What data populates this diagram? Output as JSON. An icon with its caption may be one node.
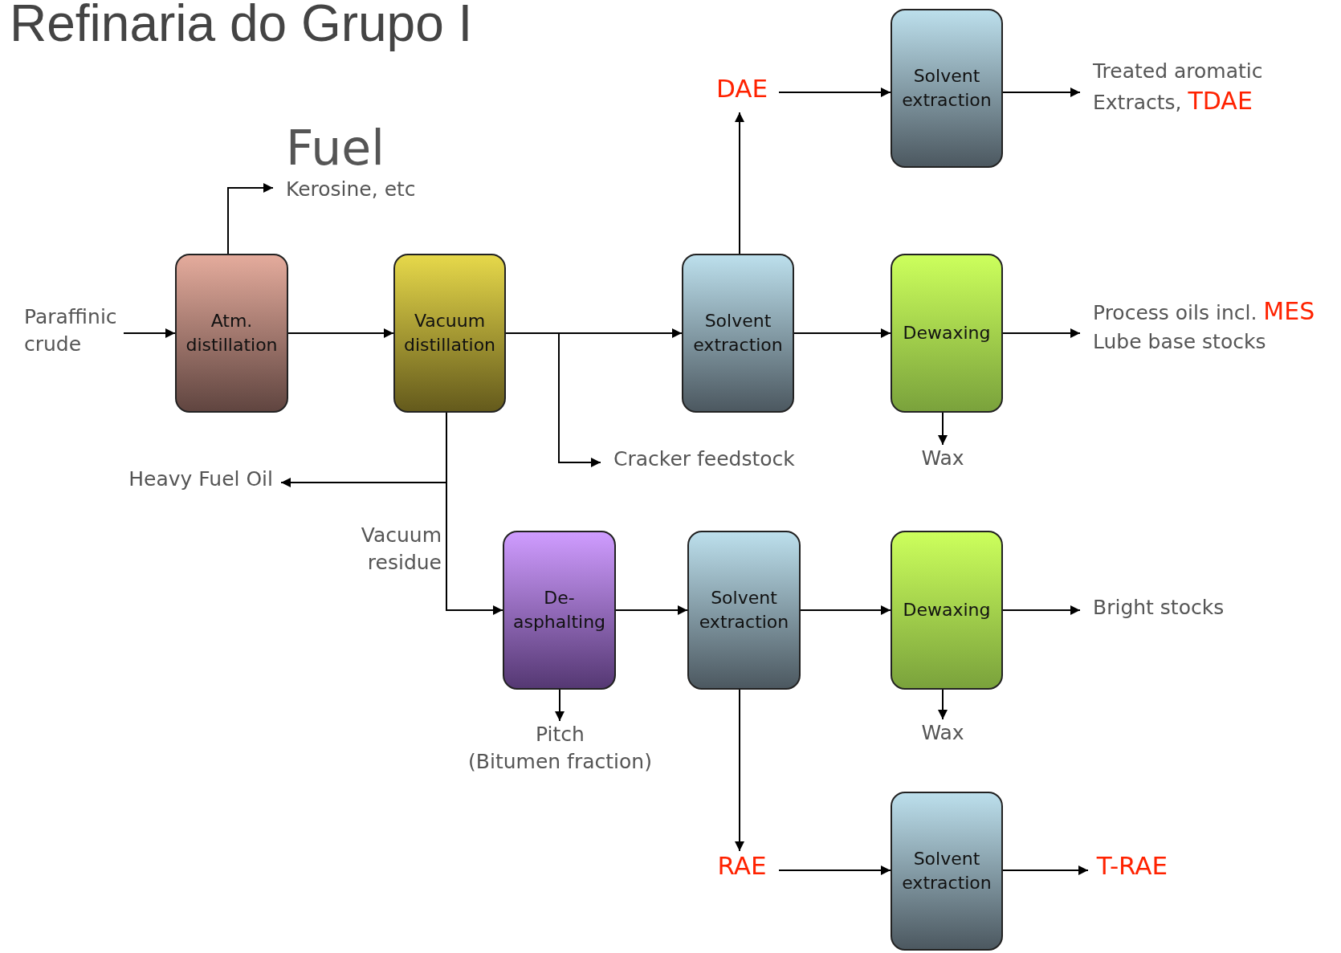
{
  "diagram": {
    "title": "Refinaria do Grupo I",
    "nodes": [
      {
        "text": [
          "Paraffinic crude"
        ]
      },
      {
        "text": [
          "Atm. distillation"
        ]
      },
      {
        "text": [
          "Vacuum distillation"
        ]
      },
      {
        "text": [
          "Fuel",
          "Kerosine, etc"
        ]
      },
      {
        "text": [
          "Solvent extraction"
        ]
      },
      {
        "text": [
          "Dewaxing"
        ]
      },
      {
        "text": [
          "Process oils incl. **MES**",
          "Lube base stocks"
        ]
      },
      {
        "text": [
          "Solvent extraction"
        ]
      },
      {
        "text": [
          "DAE"
        ]
      },
      {
        "text": [
          "Treated aromatic Extracts, **TDAE**"
        ]
      },
      {
        "text": [
          "Cracker feedstock"
        ]
      },
      {
        "text": [
          "Wax"
        ]
      },
      {
        "text": [
          "Heavy Fuel Oil"
        ]
      },
      {
        "text": [
          "De- asphalting"
        ]
      },
      {
        "text": [
          "Solvent extraction"
        ]
      },
      {
        "text": [
          "Dewaxing"
        ]
      },
      {
        "text": [
          "Bright stocks"
        ]
      },
      {
        "text": [
          "Wax"
        ]
      },
      {
        "text": [
          "Pitch",
          "(Bitumen fraction)"
        ]
      },
      {
        "text": [
          "RAE"
        ]
      },
      {
        "text": [
          "Solvent extraction"
        ]
      },
      {
        "text": [
          "T-RAE"
        ]
      }
    ],
    "edges": [
      {
        "from": 0,
        "to": 1,
        "arrow": "to"
      },
      {
        "from": 1,
        "to": 3,
        "arrow": "to"
      },
      {
        "from": 1,
        "to": 2,
        "arrow": "to"
      },
      {
        "from": 2,
        "to": 4,
        "arrow": "to"
      },
      {
        "from": 2,
        "to": 10,
        "arrow": "to"
      },
      {
        "from": 4,
        "to": 8,
        "arrow": "to"
      },
      {
        "from": 8,
        "to": 7,
        "arrow": "to"
      },
      {
        "from": 7,
        "to": 9,
        "arrow": "to"
      },
      {
        "from": 4,
        "to": 5,
        "arrow": "to"
      },
      {
        "from": 5,
        "to": 6,
        "arrow": "to"
      },
      {
        "from": 5,
        "to": 11,
        "arrow": "to"
      },
      {
        "from": 2,
        "to": 12,
        "arrow": "to"
      },
      {
        "from": 2,
        "to": 13,
        "arrow": "to"
      },
      {
        "from": 13,
        "to": 14,
        "arrow": "to"
      },
      {
        "from": 14,
        "to": 15,
        "arrow": "to"
      },
      {
        "from": 15,
        "to": 16,
        "arrow": "to"
      },
      {
        "from": 15,
        "to": 17,
        "arrow": "to"
      },
      {
        "from": 13,
        "to": 18,
        "arrow": "to"
      },
      {
        "from": 14,
        "to": 19,
        "arrow": "to"
      },
      {
        "from": 19,
        "to": 20,
        "arrow": "to"
      },
      {
        "from": 20,
        "to": 21,
        "arrow": "to"
      }
    ],
    "labels": [
      "Vacuum residue"
    ]
  }
}
